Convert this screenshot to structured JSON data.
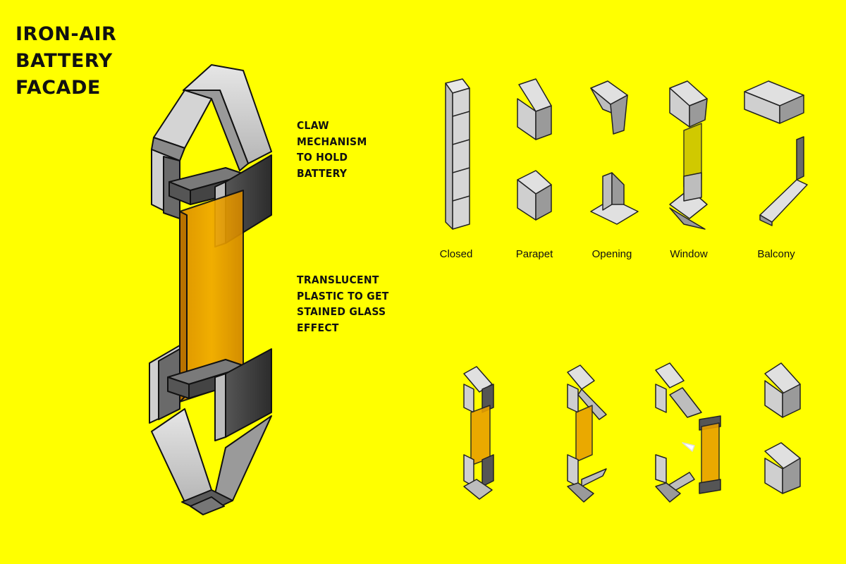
{
  "title": {
    "lines": [
      "IRON-AIR",
      "BATTERY",
      "FACADE"
    ]
  },
  "annotations": {
    "claw": [
      "CLAW",
      "MECHANISM",
      "TO HOLD",
      "BATTERY"
    ],
    "plastic": [
      "TRANSLUCENT",
      "PLASTIC TO GET",
      "STAINED GLASS",
      "EFFECT"
    ]
  },
  "variants": [
    {
      "label": "Closed"
    },
    {
      "label": "Parapet"
    },
    {
      "label": "Opening"
    },
    {
      "label": "Window"
    },
    {
      "label": "Balcony"
    }
  ],
  "colors": {
    "background": "#ffff00",
    "panel_light": "#c8c8c8",
    "panel_mid": "#9a9a9a",
    "panel_dark": "#3c3c3c",
    "plastic": "#e8a000"
  }
}
